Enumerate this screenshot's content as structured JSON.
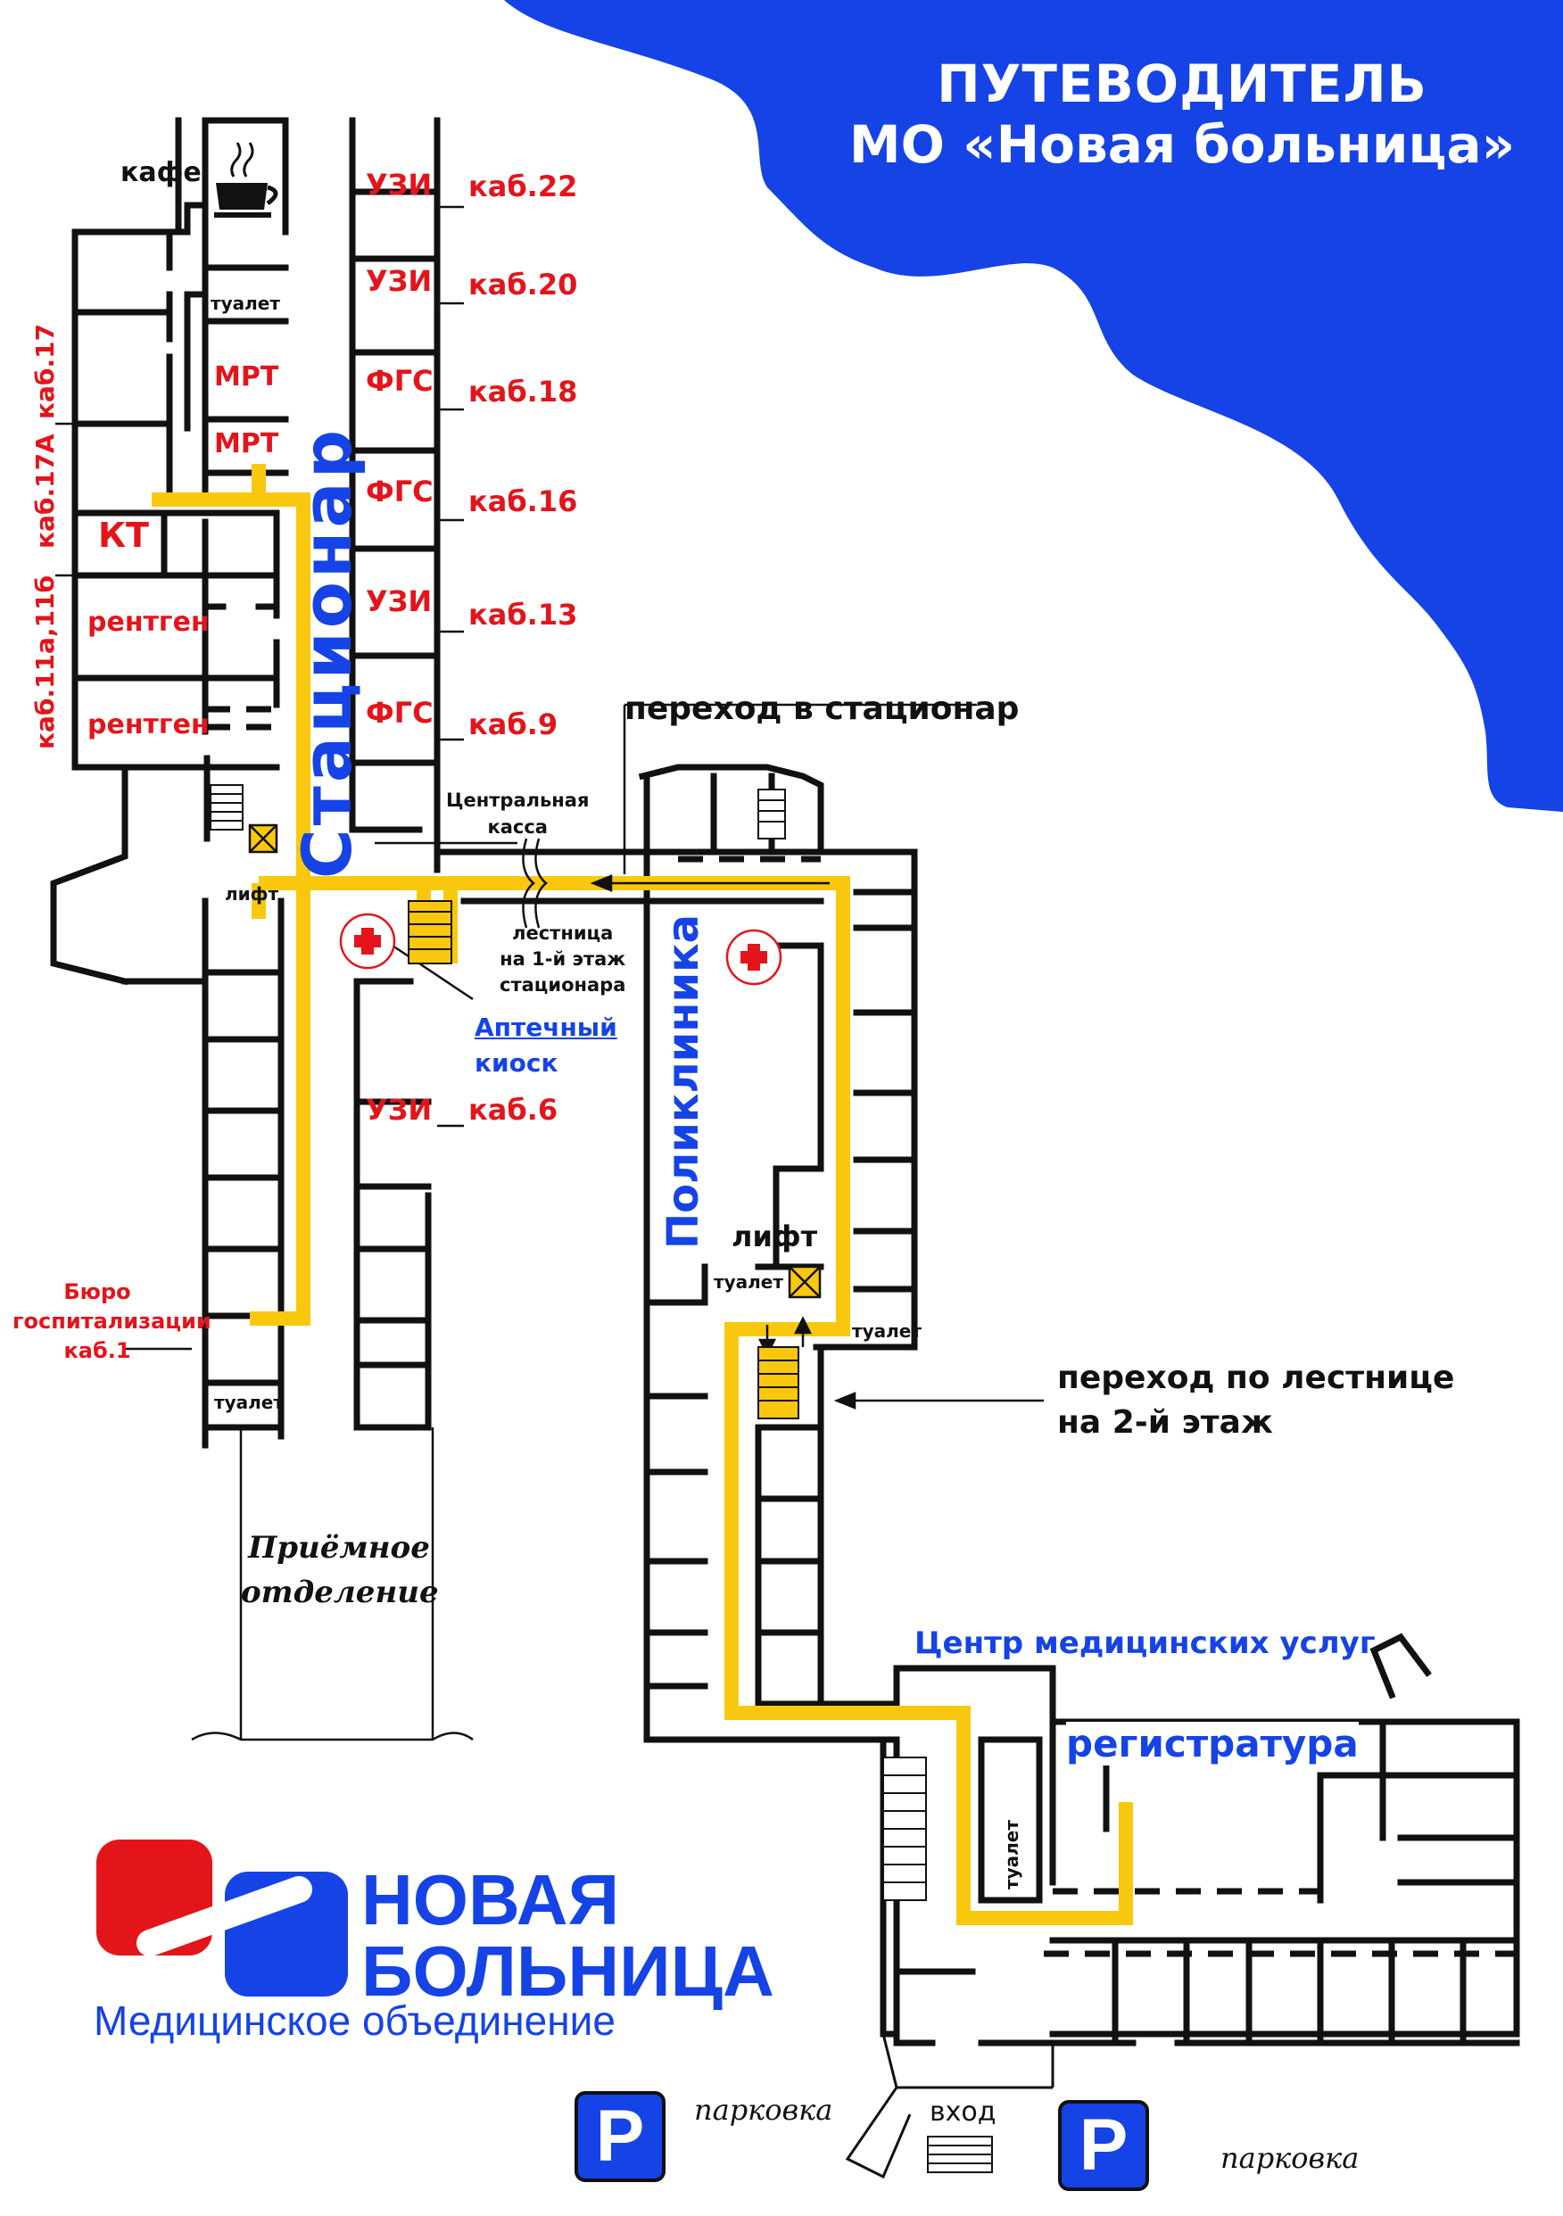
{
  "title": {
    "line1": "ПУТЕВОДИТЕЛЬ",
    "line2": "МО «Новая больница»"
  },
  "colors": {
    "brand_blue": "#1543e6",
    "accent_red": "#e4141b",
    "route_yellow": "#f9c80e",
    "wall": "#111111"
  },
  "buildings": {
    "stationar": "Стационар",
    "polyclinic": "Поликлиника",
    "medical_center": "Центр медицинских услуг",
    "reception_dept": "Приёмное\nотделение"
  },
  "rooms": {
    "cafe": "кафе",
    "toilet": "туалет",
    "uzi": "УЗИ",
    "fgs": "ФГС",
    "mrt": "МРТ",
    "kt": "КТ",
    "xray": "рентген",
    "lift": "лифт",
    "lift_big": "лифт",
    "registry": "регистратура",
    "central_cash_1": "Центральная",
    "central_cash_2": "касса",
    "pharmacy_1": "Аптечный",
    "pharmacy_2": "киоск",
    "admission_1": "Бюро",
    "admission_2": "госпитализации",
    "admission_3": "каб.1",
    "stairs_1": "лестница",
    "stairs_2": "на 1-й этаж",
    "stairs_3": "стационара",
    "entrance": "вход"
  },
  "cabinets": {
    "k22": "каб.22",
    "k20": "каб.20",
    "k18": "каб.18",
    "k16": "каб.16",
    "k13": "каб.13",
    "k9": "каб.9",
    "k6": "каб.6",
    "k17": "каб.17",
    "k17a": "каб.17А",
    "k11": "каб.11а,11б"
  },
  "notes": {
    "to_stationar": "переход в стационар",
    "stairs_2nd_1": "переход по лестнице",
    "stairs_2nd_2": "на 2-й этаж"
  },
  "parking": {
    "label": "парковка",
    "sign": "P"
  },
  "logo": {
    "line1": "НОВАЯ",
    "line2": "БОЛЬНИЦА",
    "tagline": "Медицинское объединение"
  },
  "icons": [
    "coffee-cup-icon",
    "medical-cross-icon",
    "lift-icon",
    "stairs-icon",
    "parking-icon",
    "arrow-icon"
  ]
}
